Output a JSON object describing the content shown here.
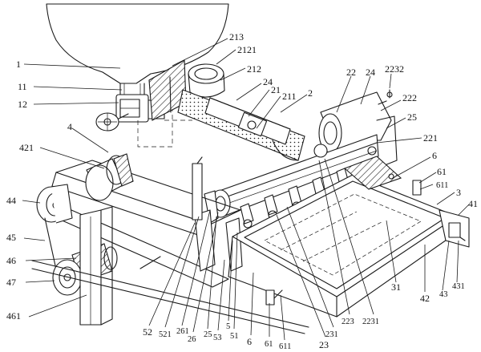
{
  "labels": {
    "l1": "1",
    "l11": "11",
    "l12": "12",
    "l4": "4",
    "l421": "421",
    "l44": "44",
    "l45": "45",
    "l46": "46",
    "l47": "47",
    "l461": "461",
    "l213": "213",
    "l2121": "2121",
    "l212": "212",
    "l24a": "24",
    "l21": "21",
    "l211": "211",
    "l2": "2",
    "l22": "22",
    "l24b": "24",
    "l2232": "2232",
    "l222": "222",
    "l25": "25",
    "l221": "221",
    "l6a": "6",
    "l61a": "61",
    "l611a": "611",
    "l3": "3",
    "l41": "41",
    "l43": "43",
    "l431": "431",
    "l42": "42",
    "l31": "31",
    "l2231": "2231",
    "l223": "223",
    "l231": "231",
    "l23": "23",
    "l611b": "611",
    "l61b": "61",
    "l6b": "6",
    "l51": "51",
    "l5": "5",
    "l53": "53",
    "l25b": "25",
    "l26": "26",
    "l261": "261",
    "l521": "521",
    "l52": "52"
  }
}
